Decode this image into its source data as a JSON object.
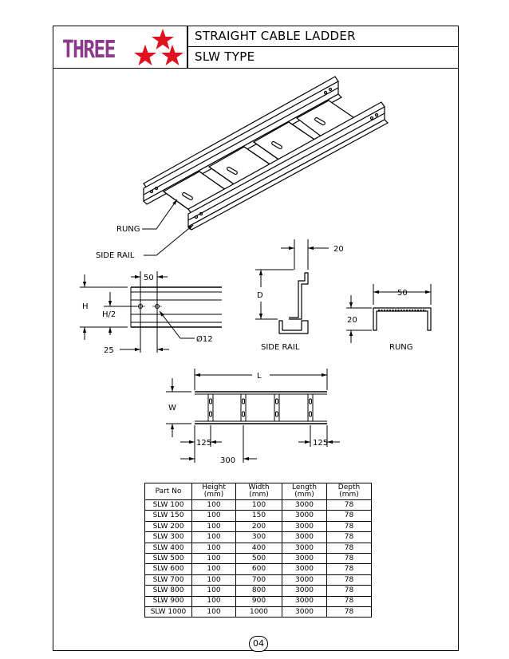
{
  "header": {
    "logo_text": "THREE",
    "title_line1": "STRAIGHT CABLE LADDER",
    "title_line2": "SLW TYPE",
    "star_color": "#e0101e",
    "logo_color": "#8a3a8a"
  },
  "callouts": {
    "rung": "RUNG",
    "side_rail": "SIDE RAIL"
  },
  "side_view": {
    "dim_50": "50",
    "h": "H",
    "h_half": "H/2",
    "dim_25": "25",
    "hole_dia": "Ø12"
  },
  "side_rail_section": {
    "dim_20": "20",
    "d": "D",
    "label": "SIDE RAIL"
  },
  "rung_section": {
    "dim_50": "50",
    "dim_20": "20",
    "label": "RUNG"
  },
  "plan_view": {
    "l": "L",
    "w": "W",
    "dim_125_left": "125",
    "dim_125_right": "125",
    "dim_300": "300"
  },
  "table": {
    "headers": [
      {
        "line1": "Part No",
        "line2": ""
      },
      {
        "line1": "Height",
        "line2": "(mm)"
      },
      {
        "line1": "Width",
        "line2": "(mm)"
      },
      {
        "line1": "Length",
        "line2": "(mm)"
      },
      {
        "line1": "Depth",
        "line2": "(mm)"
      }
    ],
    "rows": [
      [
        "SLW 100",
        "100",
        "100",
        "3000",
        "78"
      ],
      [
        "SLW 150",
        "100",
        "150",
        "3000",
        "78"
      ],
      [
        "SLW 200",
        "100",
        "200",
        "3000",
        "78"
      ],
      [
        "SLW 300",
        "100",
        "300",
        "3000",
        "78"
      ],
      [
        "SLW 400",
        "100",
        "400",
        "3000",
        "78"
      ],
      [
        "SLW 500",
        "100",
        "500",
        "3000",
        "78"
      ],
      [
        "SLW 600",
        "100",
        "600",
        "3000",
        "78"
      ],
      [
        "SLW 700",
        "100",
        "700",
        "3000",
        "78"
      ],
      [
        "SLW 800",
        "100",
        "800",
        "3000",
        "78"
      ],
      [
        "SLW 900",
        "100",
        "900",
        "3000",
        "78"
      ],
      [
        "SLW 1000",
        "100",
        "1000",
        "3000",
        "78"
      ]
    ]
  },
  "page_number": "04"
}
